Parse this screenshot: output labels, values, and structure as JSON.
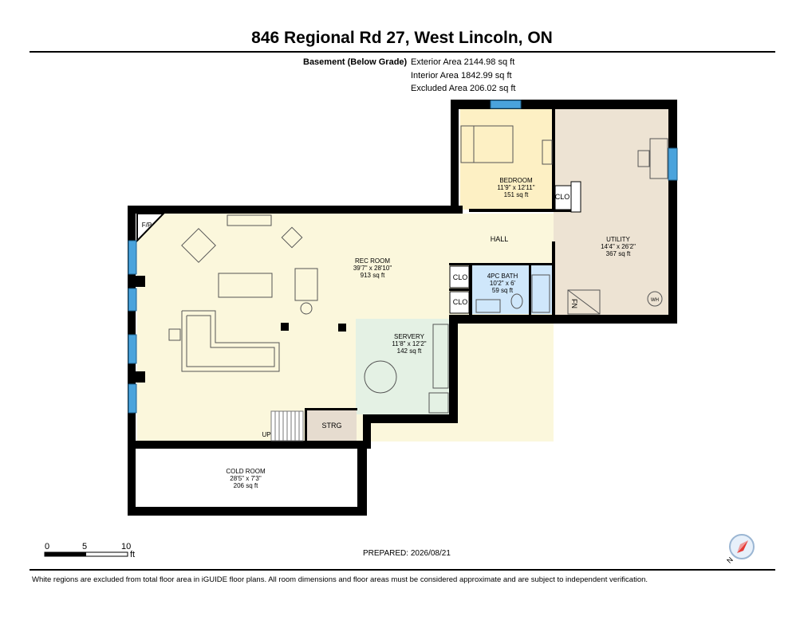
{
  "header": {
    "title": "846 Regional Rd 27, West Lincoln, ON"
  },
  "areas": {
    "level_label": "Basement (Below Grade)",
    "exterior": "Exterior Area 2144.98 sq ft",
    "interior": "Interior Area 1842.99 sq ft",
    "excluded": "Excluded Area 206.02 sq ft"
  },
  "rooms": {
    "bedroom": {
      "name": "BEDROOM",
      "dims": "11'9\" x 12'11\"",
      "area": "151 sq ft"
    },
    "utility": {
      "name": "UTILITY",
      "dims": "14'4\" x 26'2\"",
      "area": "367 sq ft"
    },
    "rec_room": {
      "name": "REC ROOM",
      "dims": "39'7\" x 28'10\"",
      "area": "913 sq ft"
    },
    "bath": {
      "name": "4PC BATH",
      "dims": "10'2\" x 6'",
      "area": "59 sq ft"
    },
    "servery": {
      "name": "SERVERY",
      "dims": "11'8\" x 12'2\"",
      "area": "142 sq ft"
    },
    "cold_room": {
      "name": "COLD ROOM",
      "dims": "28'5\" x 7'3\"",
      "area": "206 sq ft"
    }
  },
  "labels": {
    "hall": "HALL",
    "clo": "CLO",
    "strg": "STRG",
    "fp": "F/P",
    "up": "UP",
    "fn": "FN",
    "wh": "WH"
  },
  "scale": {
    "zero": "0",
    "five": "5",
    "ten": "10",
    "unit": "ft"
  },
  "prepared": "PREPARED: 2026/08/21",
  "compass": {
    "north_label": "N",
    "accent_color": "#e53935"
  },
  "footer": "White regions are excluded from total floor area in iGUIDE floor plans. All room dimensions and floor areas must be considered approximate and are subject to independent verification.",
  "colors": {
    "rec_room": "#fbf7dc",
    "bedroom": "#fdf0c4",
    "utility": "#ede3d3",
    "bath": "#cfe7fb",
    "servery": "#e4f1e4",
    "strg": "#e6dccf",
    "window": "#4aa3dc",
    "wall": "#000000"
  }
}
